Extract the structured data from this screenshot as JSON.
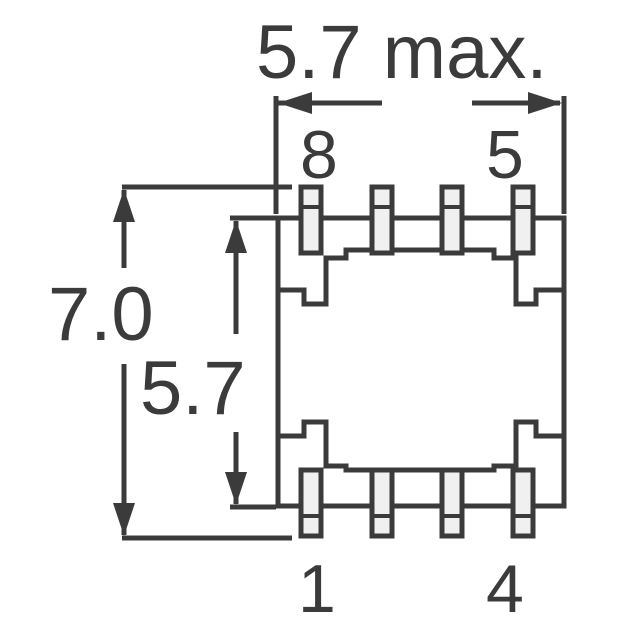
{
  "dimensions": {
    "top_width": "5.7 max.",
    "outer_height": "7.0",
    "inner_height": "5.7"
  },
  "pin_labels": {
    "top_right_end": "5",
    "top_left_end": "8",
    "bottom_left_end": "1",
    "bottom_right_end": "4"
  },
  "colors": {
    "line": "#3b3b3b",
    "pin_fill": "#f0f0f0",
    "background": "#ffffff"
  }
}
